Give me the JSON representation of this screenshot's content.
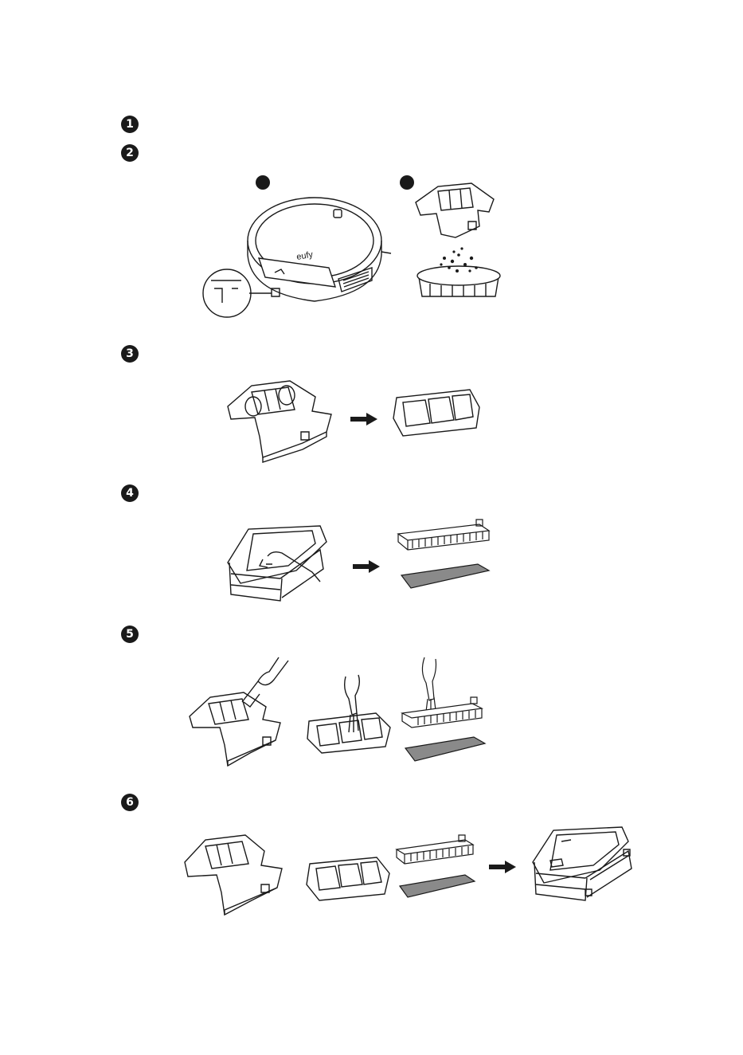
{
  "steps": [
    {
      "number": "1"
    },
    {
      "number": "2"
    },
    {
      "number": "3"
    },
    {
      "number": "4"
    },
    {
      "number": "5"
    },
    {
      "number": "6"
    }
  ],
  "brand": {
    "logo_text": "eufy"
  },
  "colors": {
    "ink": "#1a1a1a",
    "filter_felt": "#8a8a8a",
    "paper": "#ffffff"
  }
}
